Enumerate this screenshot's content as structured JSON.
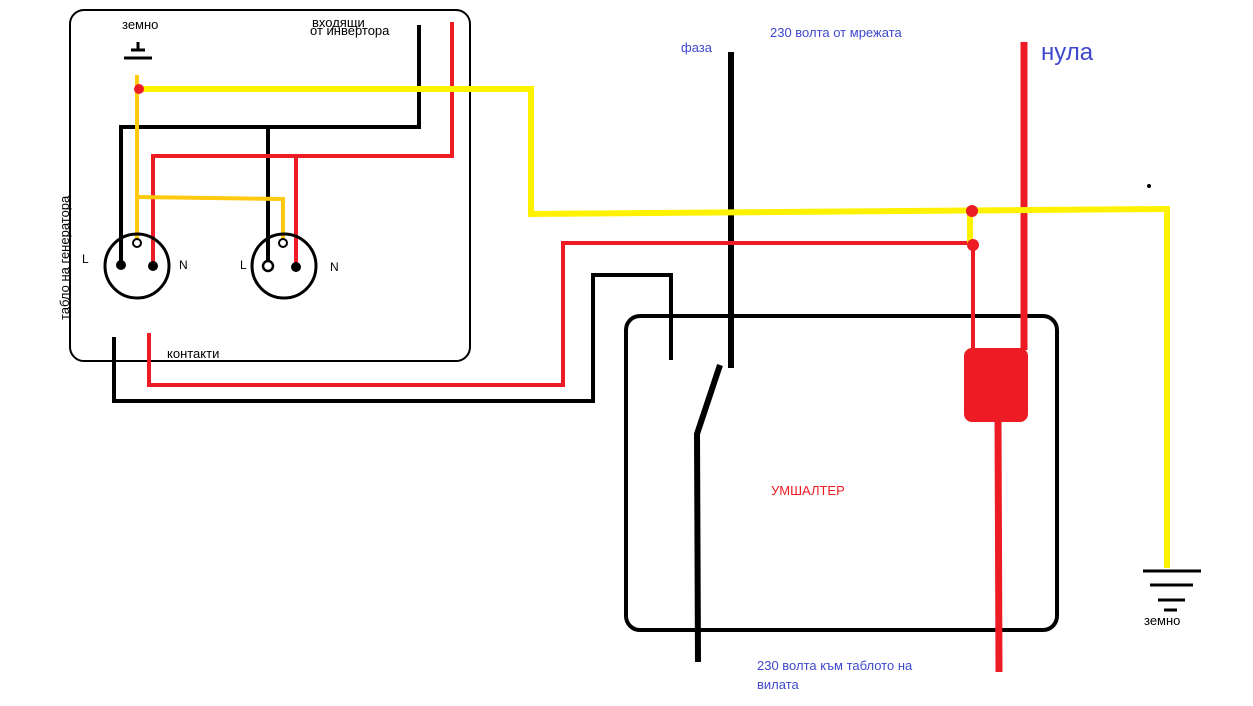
{
  "colors": {
    "wire_black": "#000000",
    "wire_red": "#ed1c24",
    "wire_yellow": "#fff200",
    "wire_orange_yellow": "#ffc90e",
    "label_blue": "#3f48cc",
    "label_red": "#ed1c24",
    "label_black": "#000000"
  },
  "panel": {
    "vertical_label": "табло на генератора",
    "earth_label": "земно",
    "incoming_label_line1": "входящи",
    "incoming_label_line2": "от инвертора",
    "contacts_label": "контакти",
    "socket1": {
      "l_label": "L",
      "n_label": "N"
    },
    "socket2": {
      "l_label": "L",
      "n_label": "N"
    }
  },
  "mains": {
    "phase_label": "фаза",
    "mains_label": "230 волта от мрежата",
    "neutral_label": "нула"
  },
  "switch": {
    "label": "УМШАЛТЕР",
    "output_label_line1": "230 волта към таблото на",
    "output_label_line2": "вилата"
  },
  "ground": {
    "label": "земно"
  }
}
